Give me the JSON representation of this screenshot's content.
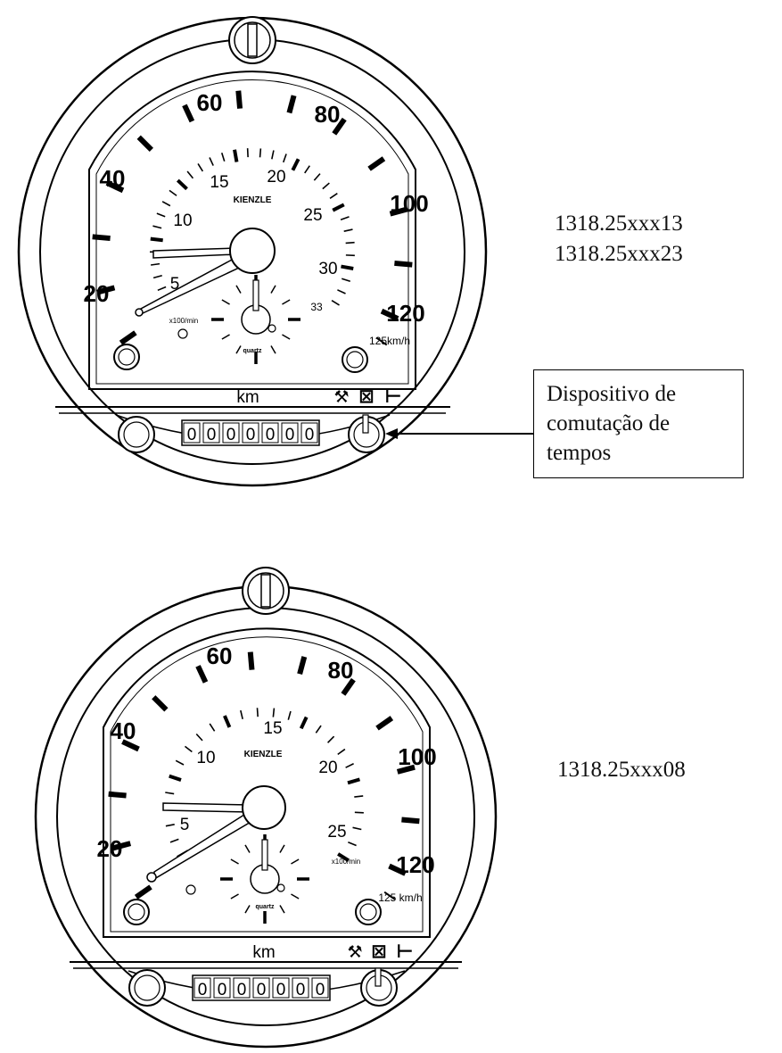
{
  "devices": [
    {
      "id": "top",
      "speed_labels": [
        "20",
        "40",
        "60",
        "80",
        "100",
        "120"
      ],
      "rpm_labels": [
        "5",
        "10",
        "15",
        "20",
        "25",
        "30",
        "33"
      ],
      "brand": "KIENZLE",
      "rpm_unit": "x100/min",
      "speed_unit": "125km/h",
      "clock_label": "quartz",
      "odometer_label": "km",
      "odometer_digits": [
        "0",
        "0",
        "0",
        "0",
        "0",
        "0",
        "0"
      ],
      "mode_symbols": [
        "⚒",
        "⊠",
        "⊢"
      ],
      "model_numbers": [
        "1318.25xxx13",
        "1318.25xxx23"
      ]
    },
    {
      "id": "bottom",
      "speed_labels": [
        "20",
        "40",
        "60",
        "80",
        "100",
        "120"
      ],
      "rpm_labels": [
        "5",
        "10",
        "15",
        "20",
        "25"
      ],
      "brand": "KIENZLE",
      "rpm_unit": "x100/min",
      "speed_unit": "125 km/h",
      "clock_label": "quartz",
      "odometer_label": "km",
      "odometer_digits": [
        "0",
        "0",
        "0",
        "0",
        "0",
        "0",
        "0"
      ],
      "mode_symbols": [
        "⚒",
        "⊠",
        "⊢"
      ],
      "model_numbers": [
        "1318.25xxx08"
      ]
    }
  ],
  "callout": {
    "text_lines": [
      "Dispositivo de",
      "comutação de",
      "tempos"
    ]
  }
}
